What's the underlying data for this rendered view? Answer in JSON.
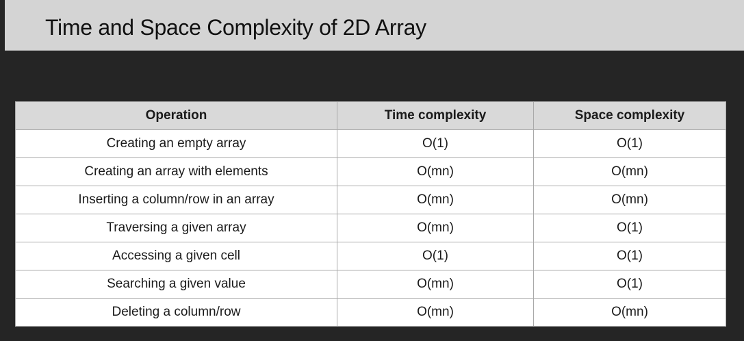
{
  "title": "Time and Space Complexity of 2D Array",
  "table": {
    "headers": [
      "Operation",
      "Time complexity",
      "Space complexity"
    ],
    "rows": [
      [
        "Creating an empty array",
        "O(1)",
        "O(1)"
      ],
      [
        "Creating an array with elements",
        "O(mn)",
        "O(mn)"
      ],
      [
        "Inserting a column/row in an array",
        "O(mn)",
        "O(mn)"
      ],
      [
        "Traversing a given array",
        "O(mn)",
        "O(1)"
      ],
      [
        "Accessing a given cell",
        "O(1)",
        "O(1)"
      ],
      [
        "Searching a given value",
        "O(mn)",
        "O(1)"
      ],
      [
        "Deleting a column/row",
        "O(mn)",
        "O(mn)"
      ]
    ]
  }
}
